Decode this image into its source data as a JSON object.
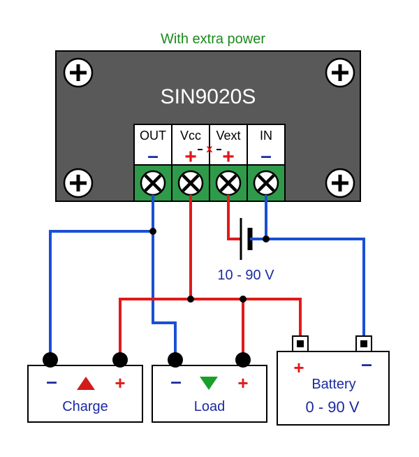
{
  "header": {
    "caption": "With extra power"
  },
  "module": {
    "name": "SIN9020S",
    "terminals": [
      {
        "label": "OUT",
        "polarity": "–"
      },
      {
        "label": "Vcc",
        "polarity": "+"
      },
      {
        "label": "Vext",
        "polarity": "+"
      },
      {
        "label": "IN",
        "polarity": "–"
      }
    ],
    "jumper_mark": "x"
  },
  "source": {
    "label": "10 - 90 V"
  },
  "charge": {
    "label": "Charge",
    "minus": "–",
    "plus": "+"
  },
  "load": {
    "label": "Load",
    "minus": "–",
    "plus": "+"
  },
  "battery": {
    "label": "Battery",
    "range": "0 - 90 V",
    "plus": "+",
    "minus": "–"
  },
  "colors": {
    "caption": "#1a8a1a",
    "module_body": "#595959",
    "terminal_block": "#2f9a4a",
    "wire_blue": "#1a4fd6",
    "wire_red": "#e01a1a",
    "triangle_up": "#d41a1a",
    "triangle_down": "#1aa02a",
    "text_blue": "#1a2aa0"
  }
}
